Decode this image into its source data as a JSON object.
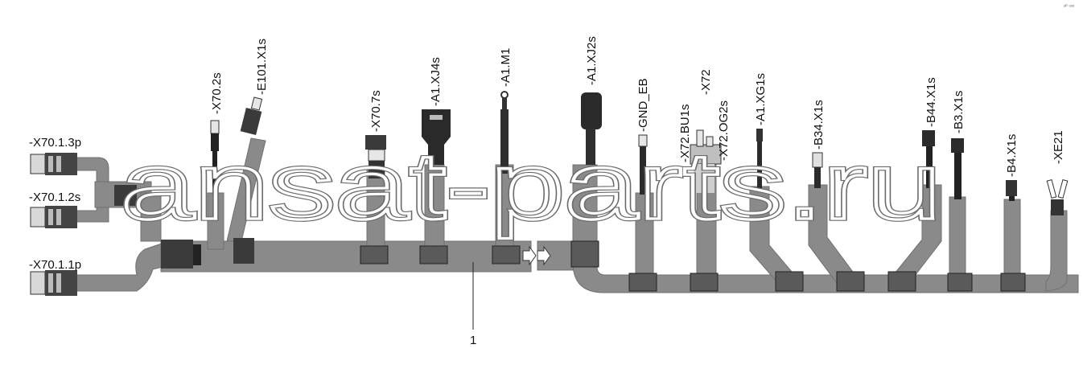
{
  "labels": {
    "x70_1_3p": "-X70.1.3p",
    "x70_1_2s": "-X70.1.2s",
    "x70_1_1p": "-X70.1.1p",
    "x70_2s": "-X70.2s",
    "e101_x1s": "-E101.X1s",
    "x70_7s": "-X70.7s",
    "a1_xj4s": "-A1.XJ4s",
    "a1_m1": "-A1.M1",
    "a1_xj2s": "-A1.XJ2s",
    "gnd_eb": "-GND_EB",
    "x72_bu1s": "-X72.BU1s",
    "x72": "-X72",
    "x72_og2s": "-X72.OG2s",
    "a1_xg1s": "-A1.XG1s",
    "b34_x1s": "-B34.X1s",
    "b44_x1s": "-B44.X1s",
    "b3_x1s": "-B3.X1s",
    "b4_x1s": "-B4.X1s",
    "xe21": "-XE21"
  },
  "callout": "1",
  "watermark": "ansat-parts.ru",
  "corner_mark": "ᵒᴾ ᵒᵒᵒ",
  "colors": {
    "harness": "#8a8a8a",
    "harness_edge": "#6e6e6e",
    "connector": "#2b2b2b",
    "background": "#ffffff"
  }
}
